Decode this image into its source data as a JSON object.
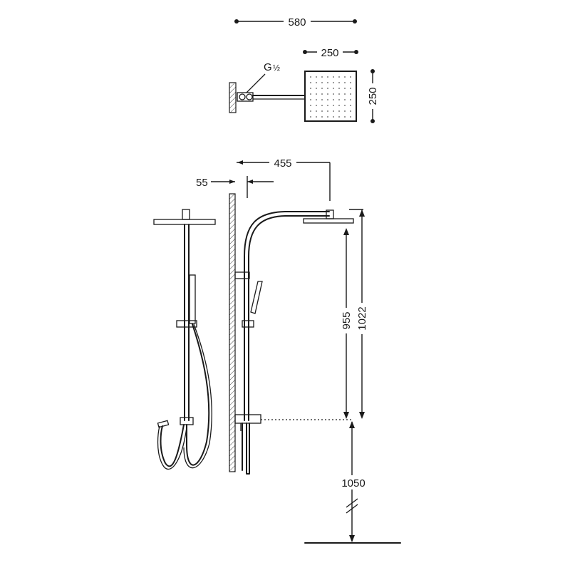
{
  "dimensions": {
    "total_width": "580",
    "head_width": "250",
    "head_depth": "250",
    "thread": "G",
    "thread_fraction": "½",
    "arm_reach": "455",
    "wall_offset": "55",
    "head_height": "955",
    "total_height": "1022",
    "mount_height": "1050"
  }
}
